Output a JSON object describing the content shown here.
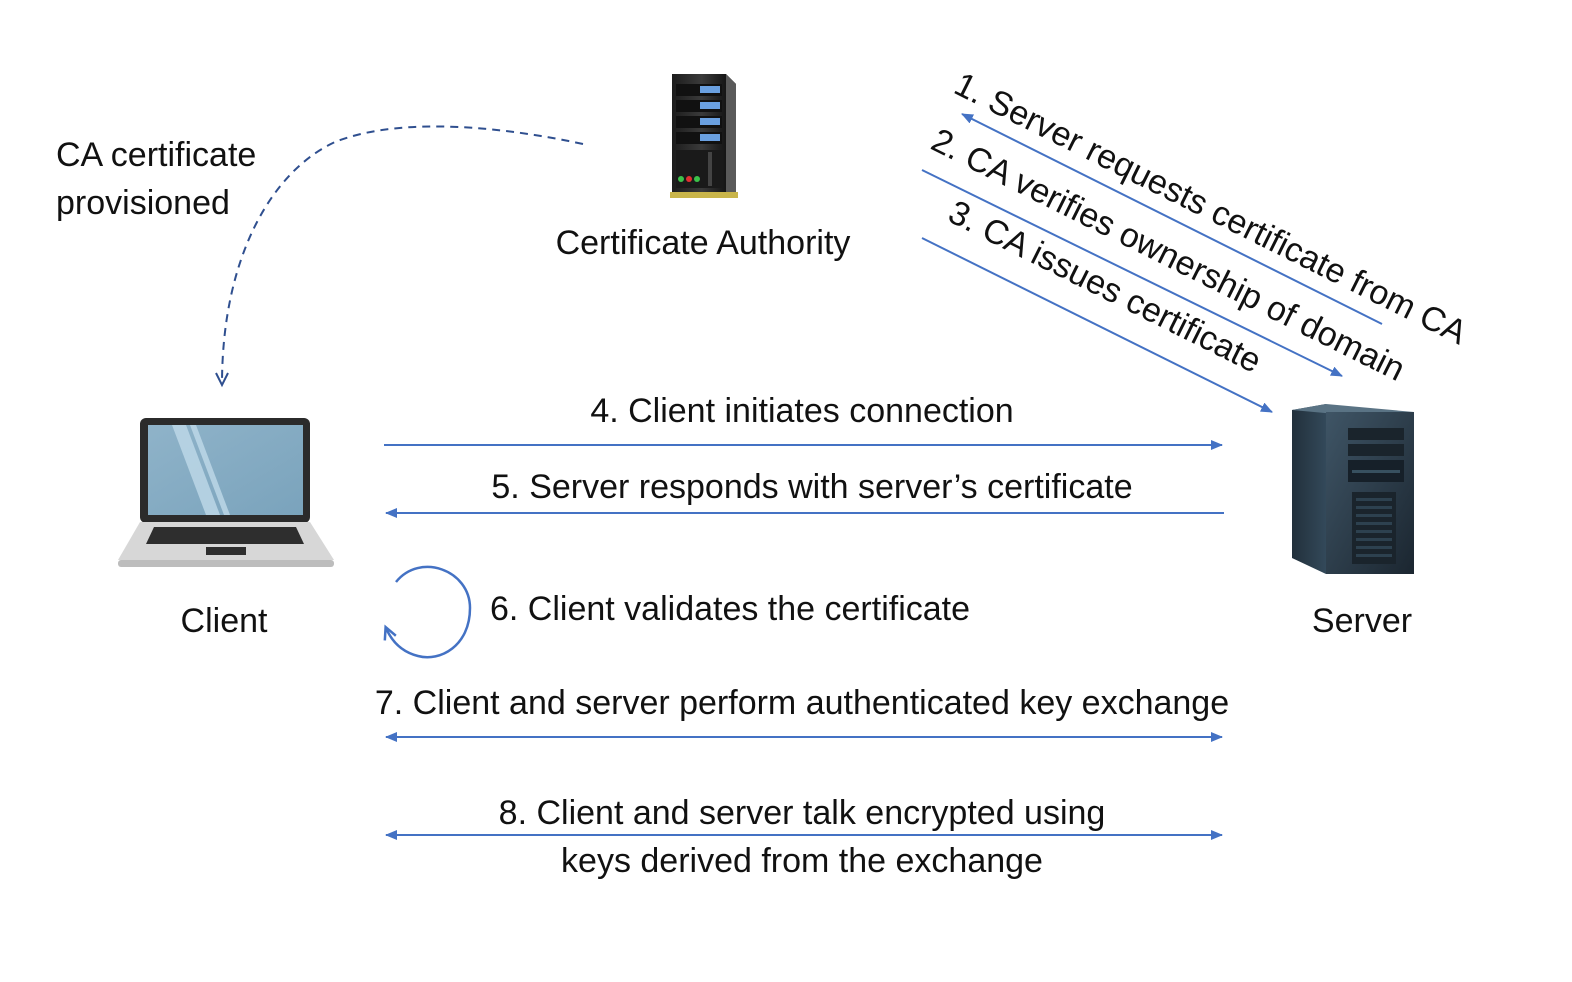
{
  "nodes": {
    "ca": {
      "label": "Certificate Authority",
      "icon": "server-rack-icon"
    },
    "client": {
      "label": "Client",
      "icon": "laptop-icon"
    },
    "server": {
      "label": "Server",
      "icon": "server-tower-icon"
    }
  },
  "note": {
    "line1": "CA certificate",
    "line2": "provisioned"
  },
  "steps": {
    "s1": "1. Server requests certificate from CA",
    "s2": "2. CA verifies ownership of domain",
    "s3": "3. CA issues certificate",
    "s4": "4. Client initiates connection",
    "s5": "5. Server responds with server’s certificate",
    "s6": "6. Client validates the certificate",
    "s7": "7. Client and server perform authenticated key exchange",
    "s8_line1": "8. Client and server talk encrypted using",
    "s8_line2": "keys derived from the exchange"
  },
  "colors": {
    "arrow": "#4472c4",
    "dashed": "#2f4f8f",
    "text": "#111111"
  }
}
